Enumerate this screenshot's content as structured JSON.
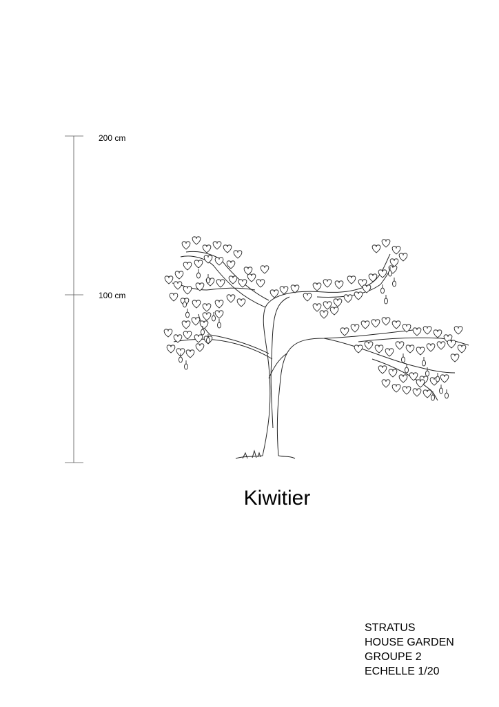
{
  "scale_bar": {
    "top_label": "200 cm",
    "mid_label": "100 cm"
  },
  "title": "Kiwitier",
  "cartouche": {
    "line1": "STRATUS",
    "line2": "HOUSE GARDEN",
    "line3": "GROUPE 2",
    "line4": "ECHELLE 1/20"
  }
}
